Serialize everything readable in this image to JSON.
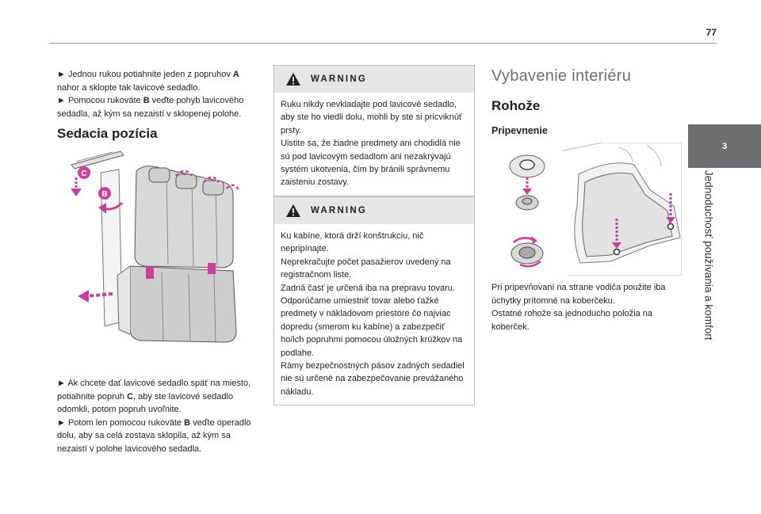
{
  "page": {
    "number": "77"
  },
  "side_tab": {
    "chapter": "3",
    "title": "Jednoduchosť používania a komfort"
  },
  "left_column": {
    "intro": [
      {
        "prefix": "► Jednou rukou potiahnite jeden z popruhov ",
        "bold": "A",
        "suffix": " nahor a sklopte tak lavicové sedadlo."
      },
      {
        "prefix": "► Pomocou rukoväte ",
        "bold": "B",
        "suffix": " veďte pohyb lavicového sedadla, až kým sa nezaistí v sklopenej polohe."
      }
    ],
    "heading": "Sedacia pozícia",
    "callouts": [
      "C",
      "B"
    ],
    "outro": [
      {
        "prefix": "► Ak chcete dať lavicové sedadlo späť na miesto, potiahnite popruh ",
        "bold": "C",
        "suffix": ", aby ste lavicové sedadlo odomkli, potom popruh uvoľnite."
      },
      {
        "prefix": "► Potom len pomocou rukoväte ",
        "bold": "B",
        "suffix": " veďte operadlo dolu, aby sa celá zostava sklopila, až kým sa nezaistí v polohe lavicového sedadla."
      }
    ]
  },
  "warnings": [
    {
      "label": "WARNING",
      "lines": [
        "Ruku nikdy nevkladajte pod lavicové sedadlo, aby ste ho viedli dolu, mohli by ste si pricviknúť prsty.",
        "Uistite sa, že žiadne predmety ani chodidlá nie sú pod lavicovým sedadlom ani nezakrývajú systém ukotvenia, čím by bránili správnemu zaisteniu zostavy."
      ]
    },
    {
      "label": "WARNING",
      "lines": [
        "Ku kabíne, ktorá drží konštrukciu, nič nepripínajte.",
        "Neprekračujte počet pasažierov uvedený na registračnom liste.",
        "Zadná časť je určená iba na prepravu tovaru.",
        "Odporúčame umiestniť tovar alebo ťažké predmety v nákladovom priestore čo najviac dopredu (smerom ku kabíne) a zabezpečiť ho/ich popruhmi pomocou úložných krúžkov na podlahe.",
        "Rámy bezpečnostných pásov zadných sedadiel nie sú určené na zabezpečovanie prevážaného nákladu."
      ]
    }
  ],
  "right_column": {
    "section_title": "Vybavenie interiéru",
    "subsection_title": "Rohože",
    "topic_title": "Pripevnenie",
    "paragraphs": [
      "Pri pripevňovaní na strane vodiča použite iba úchytky prítomné na koberčeku.",
      "Ostatné rohože sa jednoducho položia na koberček."
    ]
  },
  "colors": {
    "accent": "#c8409a",
    "tab_gray": "#6d6f71",
    "warning_bg": "#e6e6e6"
  },
  "icons": [
    "warning-triangle-icon"
  ]
}
